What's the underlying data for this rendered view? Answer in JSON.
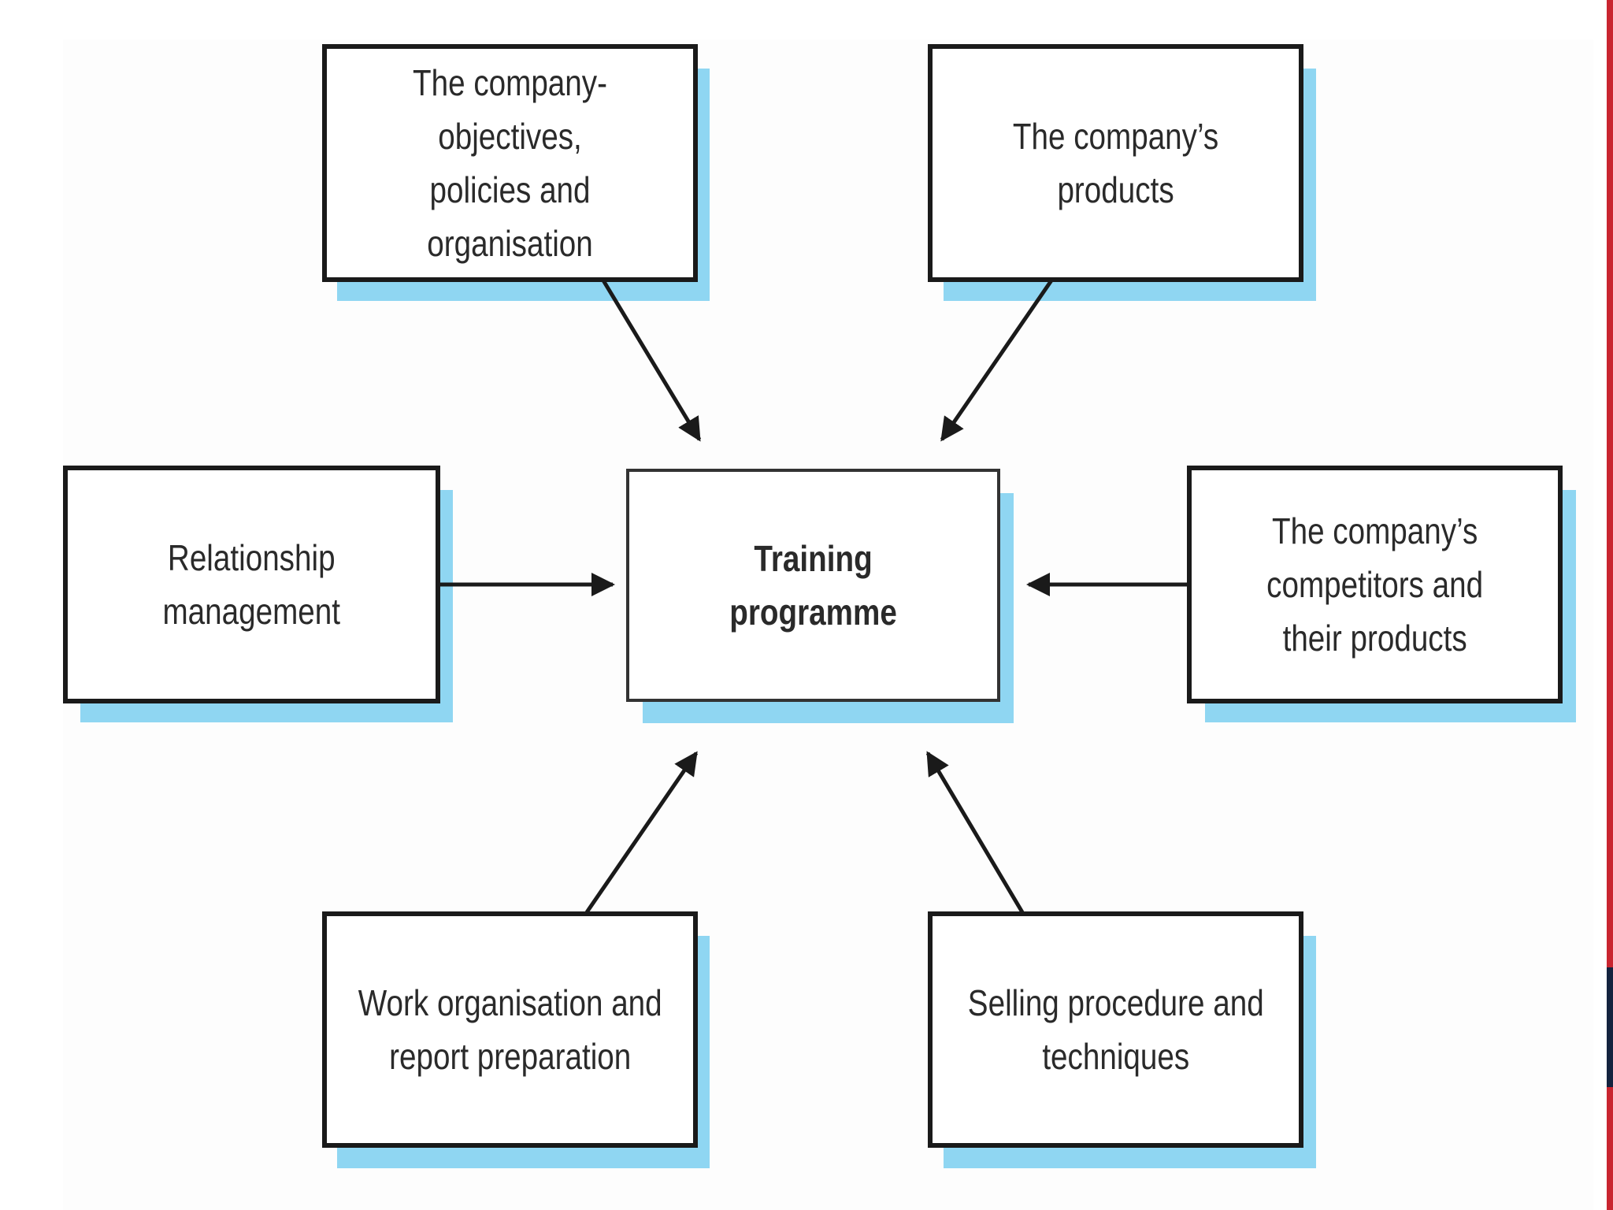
{
  "diagram": {
    "center": {
      "label": "Training\nprogramme"
    },
    "inputs": [
      {
        "id": "objectives",
        "label": "The company-objectives,\npolicies and organisation"
      },
      {
        "id": "products",
        "label": "The company’s\nproducts"
      },
      {
        "id": "relationship",
        "label": "Relationship\nmanagement"
      },
      {
        "id": "competitors",
        "label": "The company’s\ncompetitors and\ntheir products"
      },
      {
        "id": "work-organisation",
        "label": "Work organisation and\nreport preparation"
      },
      {
        "id": "selling",
        "label": "Selling procedure and\ntechniques"
      }
    ],
    "edges": [
      {
        "from": "objectives",
        "to": "center"
      },
      {
        "from": "products",
        "to": "center"
      },
      {
        "from": "relationship",
        "to": "center"
      },
      {
        "from": "competitors",
        "to": "center"
      },
      {
        "from": "work-organisation",
        "to": "center"
      },
      {
        "from": "selling",
        "to": "center"
      }
    ]
  },
  "colors": {
    "shadow": "#8fd6f2",
    "border": "#1a1a1a",
    "accent_red": "#c9252f",
    "accent_navy": "#14233f"
  }
}
